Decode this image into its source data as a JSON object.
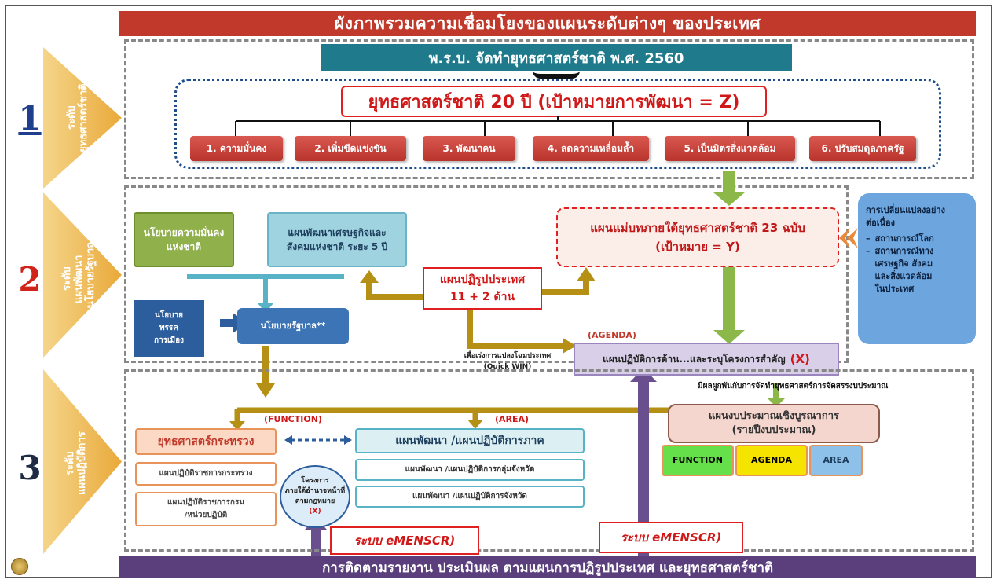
{
  "title": "ผังภาพรวมความเชื่อมโยงของแผนระดับต่างๆ ของประเทศ",
  "footer": "การติดตามรายงาน ประเมินผล ตามแผนการปฏิรูปประเทศ และยุทธศาสตร์ชาติ",
  "levels": [
    {
      "number": "1",
      "label": "ระดับ\nยุทธศาสตร์ชาติ",
      "color": "#1f3f8c"
    },
    {
      "number": "2",
      "label": "ระดับ\nแผนพัฒนา\n+นโยบายรัฐบาล",
      "color": "#d0241b"
    },
    {
      "number": "3",
      "label": "ระดับ\nแผนปฏิบัติการ",
      "color": "#1f2a44"
    }
  ],
  "act": "พ.ร.บ. จัดทำยุทธศาสตร์ชาติ พ.ศ. 2560",
  "national_strategy": "ยุทธศาสตร์ชาติ 20 ปี (เป้าหมายการพัฒนา = Z)",
  "goals": [
    "1. ความมั่นคง",
    "2. เพิ่มขีดแข่งขัน",
    "3. พัฒนาคน",
    "4. ลดความเหลื่อมล้ำ",
    "5. เป็นมิตรสิ่งแวดล้อม",
    "6. ปรับสมดุลภาครัฐ"
  ],
  "level2": {
    "security_policy": "นโยบายความมั่นคง\nแห่งชาติ",
    "nesdp": "แผนพัฒนาเศรษฐกิจและ\nสังคมแห่งชาติ ระยะ 5 ปี",
    "master_plan": "แผนแม่บทภายใต้ยุทธศาสตร์ชาติ 23 ฉบับ\n(เป้าหมาย = Y)",
    "reform_plan": "แผนปฏิรูปประเทศ\n11 + 2 ด้าน",
    "party_policy": "นโยบาย\nพรรค\nการเมือง",
    "gov_policy": "นโยบายรัฐบาล**",
    "change_box": {
      "heading": "การเปลี่ยนแปลงอย่าง\nต่อเนื่อง",
      "items": [
        "สถานการณ์โลก",
        "สถานการณ์ทาง\nเศรษฐกิจ สังคม\nและสิ่งแวดล้อม\nในประเทศ"
      ]
    }
  },
  "agenda_label": "(AGENDA)",
  "action_plan": "แผนปฏิบัติการด้าน...และระบุโครงการสำคัญ",
  "action_plan_x": "(X)",
  "quick_win": "เพื่อเร่งการแปลงโฉมประเทศ\n(Quick WIN)",
  "budget_note": "มีผลผูกพันกับการจัดทำยุทธศาสตร์การจัดสรรงบประมาณ",
  "level3": {
    "function_label": "(FUNCTION)",
    "area_label": "(AREA)",
    "ministry_strategy": "ยุทธศาสตร์กระทรวง",
    "ministry_plan": "แผนปฏิบัติราชการกระทรวง",
    "dept_plan": "แผนปฏิบัติราชการกรม\n/หน่วยปฏิบัติ",
    "area_plan": "แผนพัฒนา /แผนปฏิบัติการภาค",
    "province_group_plan": "แผนพัฒนา /แผนปฏิบัติการกลุ่มจังหวัด",
    "province_plan": "แผนพัฒนา /แผนปฏิบัติการจังหวัด",
    "projects": "โครงการ\nภายใต้อำนาจหน้าที่\nตามกฎหมาย",
    "projects_x": "(X)",
    "budget_plan": "แผนงบประมาณเชิงบูรณาการ\n(รายปีงบประมาณ)",
    "budget_tags": [
      {
        "label": "FUNCTION",
        "color": "#66e04a"
      },
      {
        "label": "AGENDA",
        "color": "#f5e400"
      },
      {
        "label": "AREA",
        "color": "#8ec1ea"
      }
    ],
    "emenscr_1": "ระบบ eMENSCR)",
    "emenscr_2": "ระบบ eMENSCR)"
  }
}
